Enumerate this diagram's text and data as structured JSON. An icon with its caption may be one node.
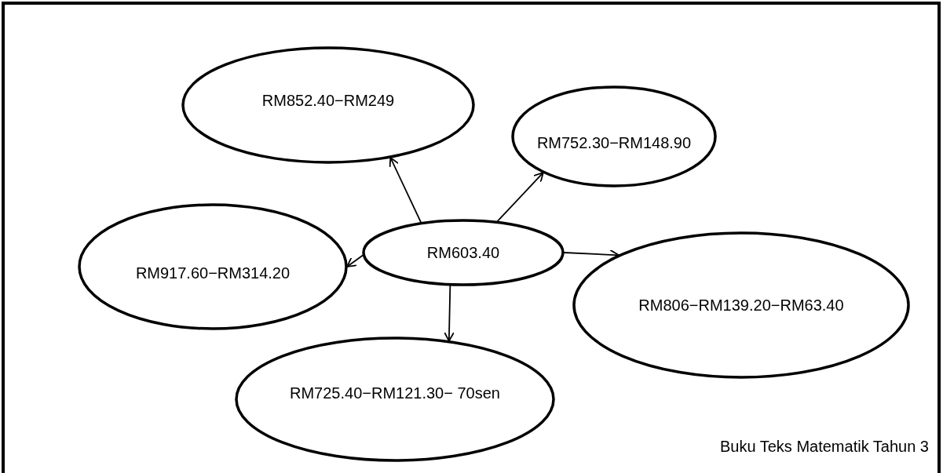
{
  "diagram": {
    "nodes": [
      {
        "text": [
          "RM852.40−RM249"
        ]
      },
      {
        "text": [
          "RM752.30−RM148.90"
        ]
      },
      {
        "text": [
          "RM917.60−RM314.20"
        ]
      },
      {
        "text": [
          "RM603.40"
        ]
      },
      {
        "text": [
          "RM806−RM139.20−RM63.40"
        ]
      },
      {
        "text": [
          "RM725.40−RM121.30− 70sen"
        ]
      }
    ],
    "edges": [
      {
        "from": 3,
        "to": 0,
        "arrow": "to"
      },
      {
        "from": 3,
        "to": 1,
        "arrow": "to"
      },
      {
        "from": 3,
        "to": 2,
        "arrow": "to"
      },
      {
        "from": 3,
        "to": 4,
        "arrow": "to"
      },
      {
        "from": 3,
        "to": 5,
        "arrow": "to"
      }
    ],
    "labels": [
      "Buku Teks Matematik Tahun 3"
    ]
  }
}
